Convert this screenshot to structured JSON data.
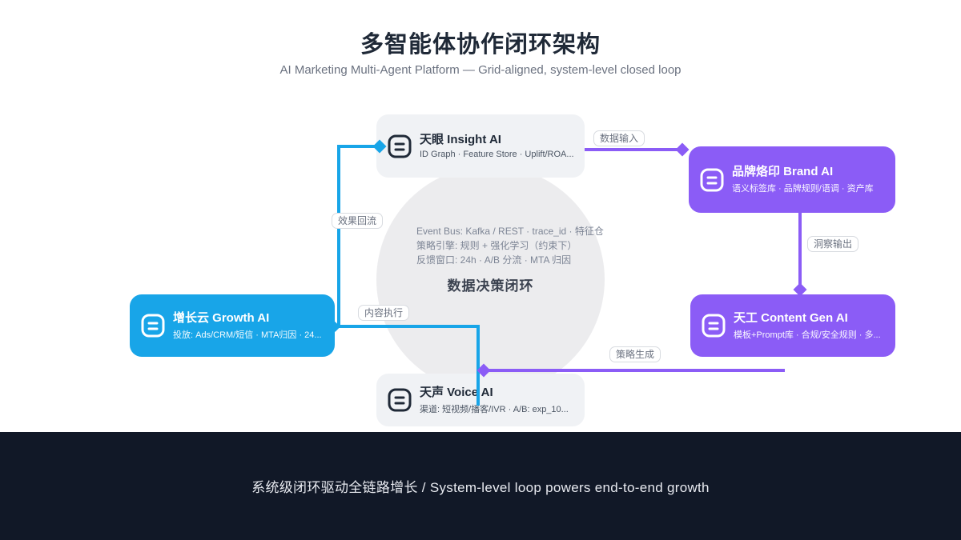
{
  "header": {
    "title": "多智能体协作闭环架构",
    "subtitle": "AI Marketing Multi-Agent Platform — Grid-aligned, system-level closed loop"
  },
  "center": {
    "lines": [
      "Event Bus: Kafka / REST · trace_id · 特征仓",
      "策略引擎: 规则 + 强化学习（约束下）",
      "反馈窗口: 24h · A/B 分流 · MTA 归因"
    ],
    "title": "数据决策闭环"
  },
  "nodes": {
    "insight": {
      "title": "天眼 Insight AI",
      "subtitle": "ID Graph · Feature Store · Uplift/ROA..."
    },
    "brand": {
      "title": "品牌烙印 Brand AI",
      "subtitle": "语义标签库 · 品牌规则/语调 · 资产库"
    },
    "content": {
      "title": "天工 Content Gen AI",
      "subtitle": "模板+Prompt库 · 合规/安全规则 · 多..."
    },
    "growth": {
      "title": "增长云 Growth AI",
      "subtitle": "投放: Ads/CRM/短信 · MTA归因 · 24..."
    },
    "voice": {
      "title": "天声 Voice AI",
      "subtitle": "渠道: 短视频/播客/IVR · A/B: exp_10..."
    }
  },
  "edges": {
    "data_input": "数据输入",
    "effect_backflow": "效果回流",
    "content_execution": "内容执行",
    "insight_output": "洞察输出",
    "strategy_generation": "策略生成"
  },
  "footer": {
    "text": "系统级闭环驱动全链路增长 / System-level loop powers end-to-end growth"
  },
  "colors": {
    "agent_blue": "#18a5e8",
    "agent_purple": "#8b5cf6",
    "node_neutral_bg": "#f0f2f5",
    "circle_bg": "#ececee",
    "footer_bg": "#111827"
  }
}
